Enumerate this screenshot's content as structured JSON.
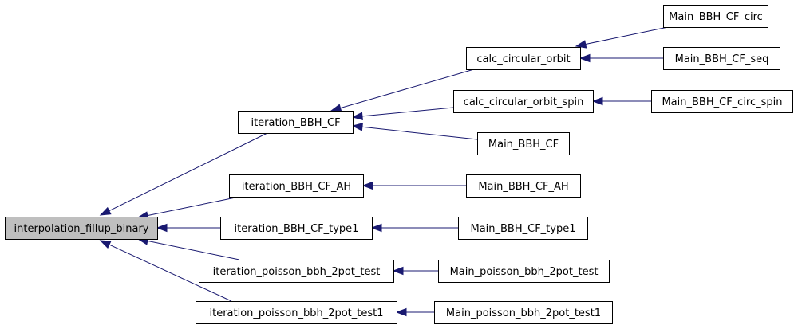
{
  "graph": {
    "nodes": [
      {
        "id": "root",
        "label": "interpolation_fillup_binary",
        "root": true
      },
      {
        "id": "it_cf",
        "label": "iteration_BBH_CF"
      },
      {
        "id": "it_ah",
        "label": "iteration_BBH_CF_AH"
      },
      {
        "id": "it_t1",
        "label": "iteration_BBH_CF_type1"
      },
      {
        "id": "it_p2",
        "label": "iteration_poisson_bbh_2pot_test"
      },
      {
        "id": "it_p21",
        "label": "iteration_poisson_bbh_2pot_test1"
      },
      {
        "id": "cco",
        "label": "calc_circular_orbit"
      },
      {
        "id": "ccos",
        "label": "calc_circular_orbit_spin"
      },
      {
        "id": "m_cf",
        "label": "Main_BBH_CF"
      },
      {
        "id": "m_ah",
        "label": "Main_BBH_CF_AH"
      },
      {
        "id": "m_t1",
        "label": "Main_BBH_CF_type1"
      },
      {
        "id": "m_p2",
        "label": "Main_poisson_bbh_2pot_test"
      },
      {
        "id": "m_p21",
        "label": "Main_poisson_bbh_2pot_test1"
      },
      {
        "id": "m_circ",
        "label": "Main_BBH_CF_circ"
      },
      {
        "id": "m_seq",
        "label": "Main_BBH_CF_seq"
      },
      {
        "id": "m_cspin",
        "label": "Main_BBH_CF_circ_spin"
      }
    ],
    "edges": [
      {
        "from": "it_cf",
        "to": "root"
      },
      {
        "from": "it_ah",
        "to": "root"
      },
      {
        "from": "it_t1",
        "to": "root"
      },
      {
        "from": "it_p2",
        "to": "root"
      },
      {
        "from": "it_p21",
        "to": "root"
      },
      {
        "from": "cco",
        "to": "it_cf"
      },
      {
        "from": "ccos",
        "to": "it_cf"
      },
      {
        "from": "m_cf",
        "to": "it_cf"
      },
      {
        "from": "m_ah",
        "to": "it_ah"
      },
      {
        "from": "m_t1",
        "to": "it_t1"
      },
      {
        "from": "m_p2",
        "to": "it_p2"
      },
      {
        "from": "m_p21",
        "to": "it_p21"
      },
      {
        "from": "m_circ",
        "to": "cco"
      },
      {
        "from": "m_seq",
        "to": "cco"
      },
      {
        "from": "m_cspin",
        "to": "ccos"
      }
    ]
  },
  "colors": {
    "edge": "#191970",
    "root_fill": "#bfbfbf",
    "node_fill": "#ffffff",
    "node_border": "#000000"
  }
}
